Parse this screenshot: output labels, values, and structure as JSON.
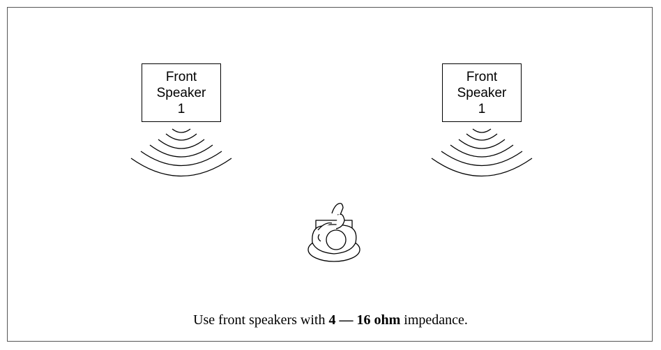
{
  "speakers": [
    {
      "line1": "Front",
      "line2": "Speaker",
      "line3": "1"
    },
    {
      "line1": "Front",
      "line2": "Speaker",
      "line3": "1"
    }
  ],
  "caption": {
    "prefix": "Use front speakers with ",
    "emphasis": "4 — 16 ohm",
    "suffix": " impedance."
  },
  "icons": {
    "left_waves": "sound-waves-icon",
    "right_waves": "sound-waves-icon",
    "listener": "seated-listener-icon"
  }
}
